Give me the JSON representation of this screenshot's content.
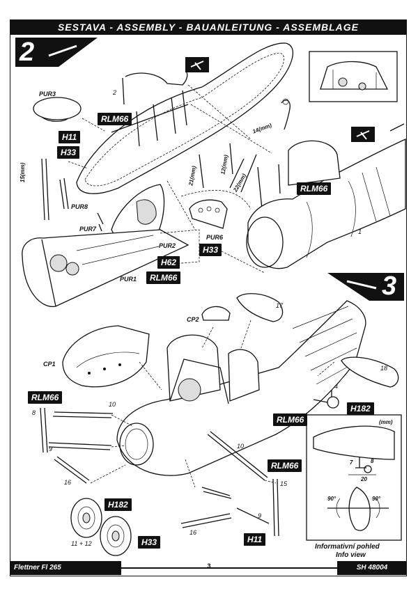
{
  "title": "SESTAVA - ASSEMBLY - BAUANLEITUNG - ASSEMBLAGE",
  "steps": {
    "step2": "2",
    "step3": "3"
  },
  "color_tags": {
    "rlm66_a": "RLM66",
    "h11_a": "H11",
    "h33_a": "H33",
    "rlm66_b": "RLM66",
    "h33_b": "H33",
    "h62": "H62",
    "rlm66_c": "RLM66",
    "rlm66_d": "RLM66",
    "h182_a": "H182",
    "rlm66_e": "RLM66",
    "rlm66_f": "RLM66",
    "h182_b": "H182",
    "h33_c": "H33",
    "h11_b": "H11"
  },
  "part_labels": {
    "pur3": "PUR3",
    "pur8": "PUR8",
    "pur7": "PUR7",
    "pur2": "PUR2",
    "pur1": "PUR1",
    "pur6": "PUR6",
    "cp1": "CP1",
    "cp2": "CP2"
  },
  "part_numbers": {
    "p2": "2",
    "p1": "1",
    "p17": "17",
    "p18": "18",
    "p4": "4",
    "p10a": "10",
    "p8": "8",
    "p9a": "9",
    "p16a": "16",
    "p10b": "10",
    "p15": "15",
    "p9b": "9",
    "p16b": "16",
    "p11_12": "11 + 12"
  },
  "dimensions": {
    "d15": "15(mm)",
    "d14": "14(mm)",
    "d12": "12(mm)",
    "d21a": "21(mm)",
    "d22": "22(mm)",
    "mm": "(mm)",
    "d7": "7",
    "d8": "8",
    "d20": "20",
    "a90l": "90°",
    "a90r": "90°"
  },
  "info_view": {
    "line1": "Informativní pohled",
    "line2": "Info view"
  },
  "footer": {
    "model": "Flettner Fl 265",
    "page": "3",
    "code": "SH 48004"
  }
}
